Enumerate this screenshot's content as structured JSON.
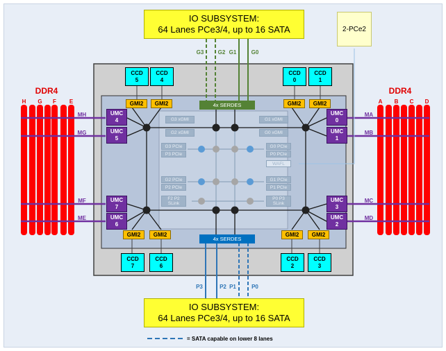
{
  "io_top": {
    "line1": "IO SUBSYSTEM:",
    "line2": "64 Lanes PCe3/4, up to 16 SATA"
  },
  "io_bottom": {
    "line1": "IO SUBSYSTEM:",
    "line2": "64 Lanes PCe3/4, up to 16 SATA"
  },
  "pce2_label": "2-PCe2",
  "serdes_top": "4x SERDES",
  "serdes_bottom": "4x SERDES",
  "ddr_left": "DDR4",
  "ddr_right": "DDR4",
  "channels_left": [
    "H",
    "G",
    "F",
    "E"
  ],
  "channels_right": [
    "A",
    "B",
    "C",
    "D"
  ],
  "top_links": [
    "G3",
    "G2",
    "G1",
    "G0"
  ],
  "bottom_links": [
    "P3",
    "P2",
    "P1",
    "P0"
  ],
  "ccd": {
    "c5": {
      "name": "CCD",
      "num": "5"
    },
    "c4": {
      "name": "CCD",
      "num": "4"
    },
    "c0": {
      "name": "CCD",
      "num": "0"
    },
    "c1": {
      "name": "CCD",
      "num": "1"
    },
    "c7": {
      "name": "CCD",
      "num": "7"
    },
    "c6": {
      "name": "CCD",
      "num": "6"
    },
    "c2": {
      "name": "CCD",
      "num": "2"
    },
    "c3": {
      "name": "CCD",
      "num": "3"
    }
  },
  "gmi_label": "GMI2",
  "umc": {
    "u4": {
      "name": "UMC",
      "num": "4"
    },
    "u5": {
      "name": "UMC",
      "num": "5"
    },
    "u7": {
      "name": "UMC",
      "num": "7"
    },
    "u6": {
      "name": "UMC",
      "num": "6"
    },
    "u0": {
      "name": "UMC",
      "num": "0"
    },
    "u1": {
      "name": "UMC",
      "num": "1"
    },
    "u3": {
      "name": "UMC",
      "num": "3"
    },
    "u2": {
      "name": "UMC",
      "num": "2"
    }
  },
  "mem_labels": {
    "mh": "MH",
    "mg": "MG",
    "mf": "MF",
    "me": "ME",
    "ma": "MA",
    "mb": "MB",
    "mc": "MC",
    "md": "MD"
  },
  "inner": {
    "g3xgmi": "G3 xGMI",
    "g2xgmi": "G2 xGMI",
    "g1xgmi": "G1 xGMI",
    "g0xgmi": "G0 xGMI",
    "g3pcie": "G3 PCIe",
    "p3pcie": "P3 PCIe",
    "g0pcie": "G0 PCIe",
    "p0pcie": "P0 PCIe",
    "wafl": "WAFL",
    "g2pcie": "G2 PCIe",
    "p2pcie": "P2 PCIe",
    "g1pcie": "G1 PCIe",
    "p1pcie": "P1 PCIe",
    "f2p2_1": "F2 P2",
    "f2p2_2": "SLink",
    "p0p3_1": "P0 P3",
    "p0p3_2": "SLink"
  },
  "legend": "= SATA capable on lower 8 lanes",
  "colors": {
    "ddr": "#ff0000",
    "umc": "#7030a0",
    "ccd": "#00ffff",
    "gmi": "#ffc000",
    "serdes_top": "#548235",
    "serdes_bottom": "#0070c0",
    "io": "#ffff33"
  }
}
